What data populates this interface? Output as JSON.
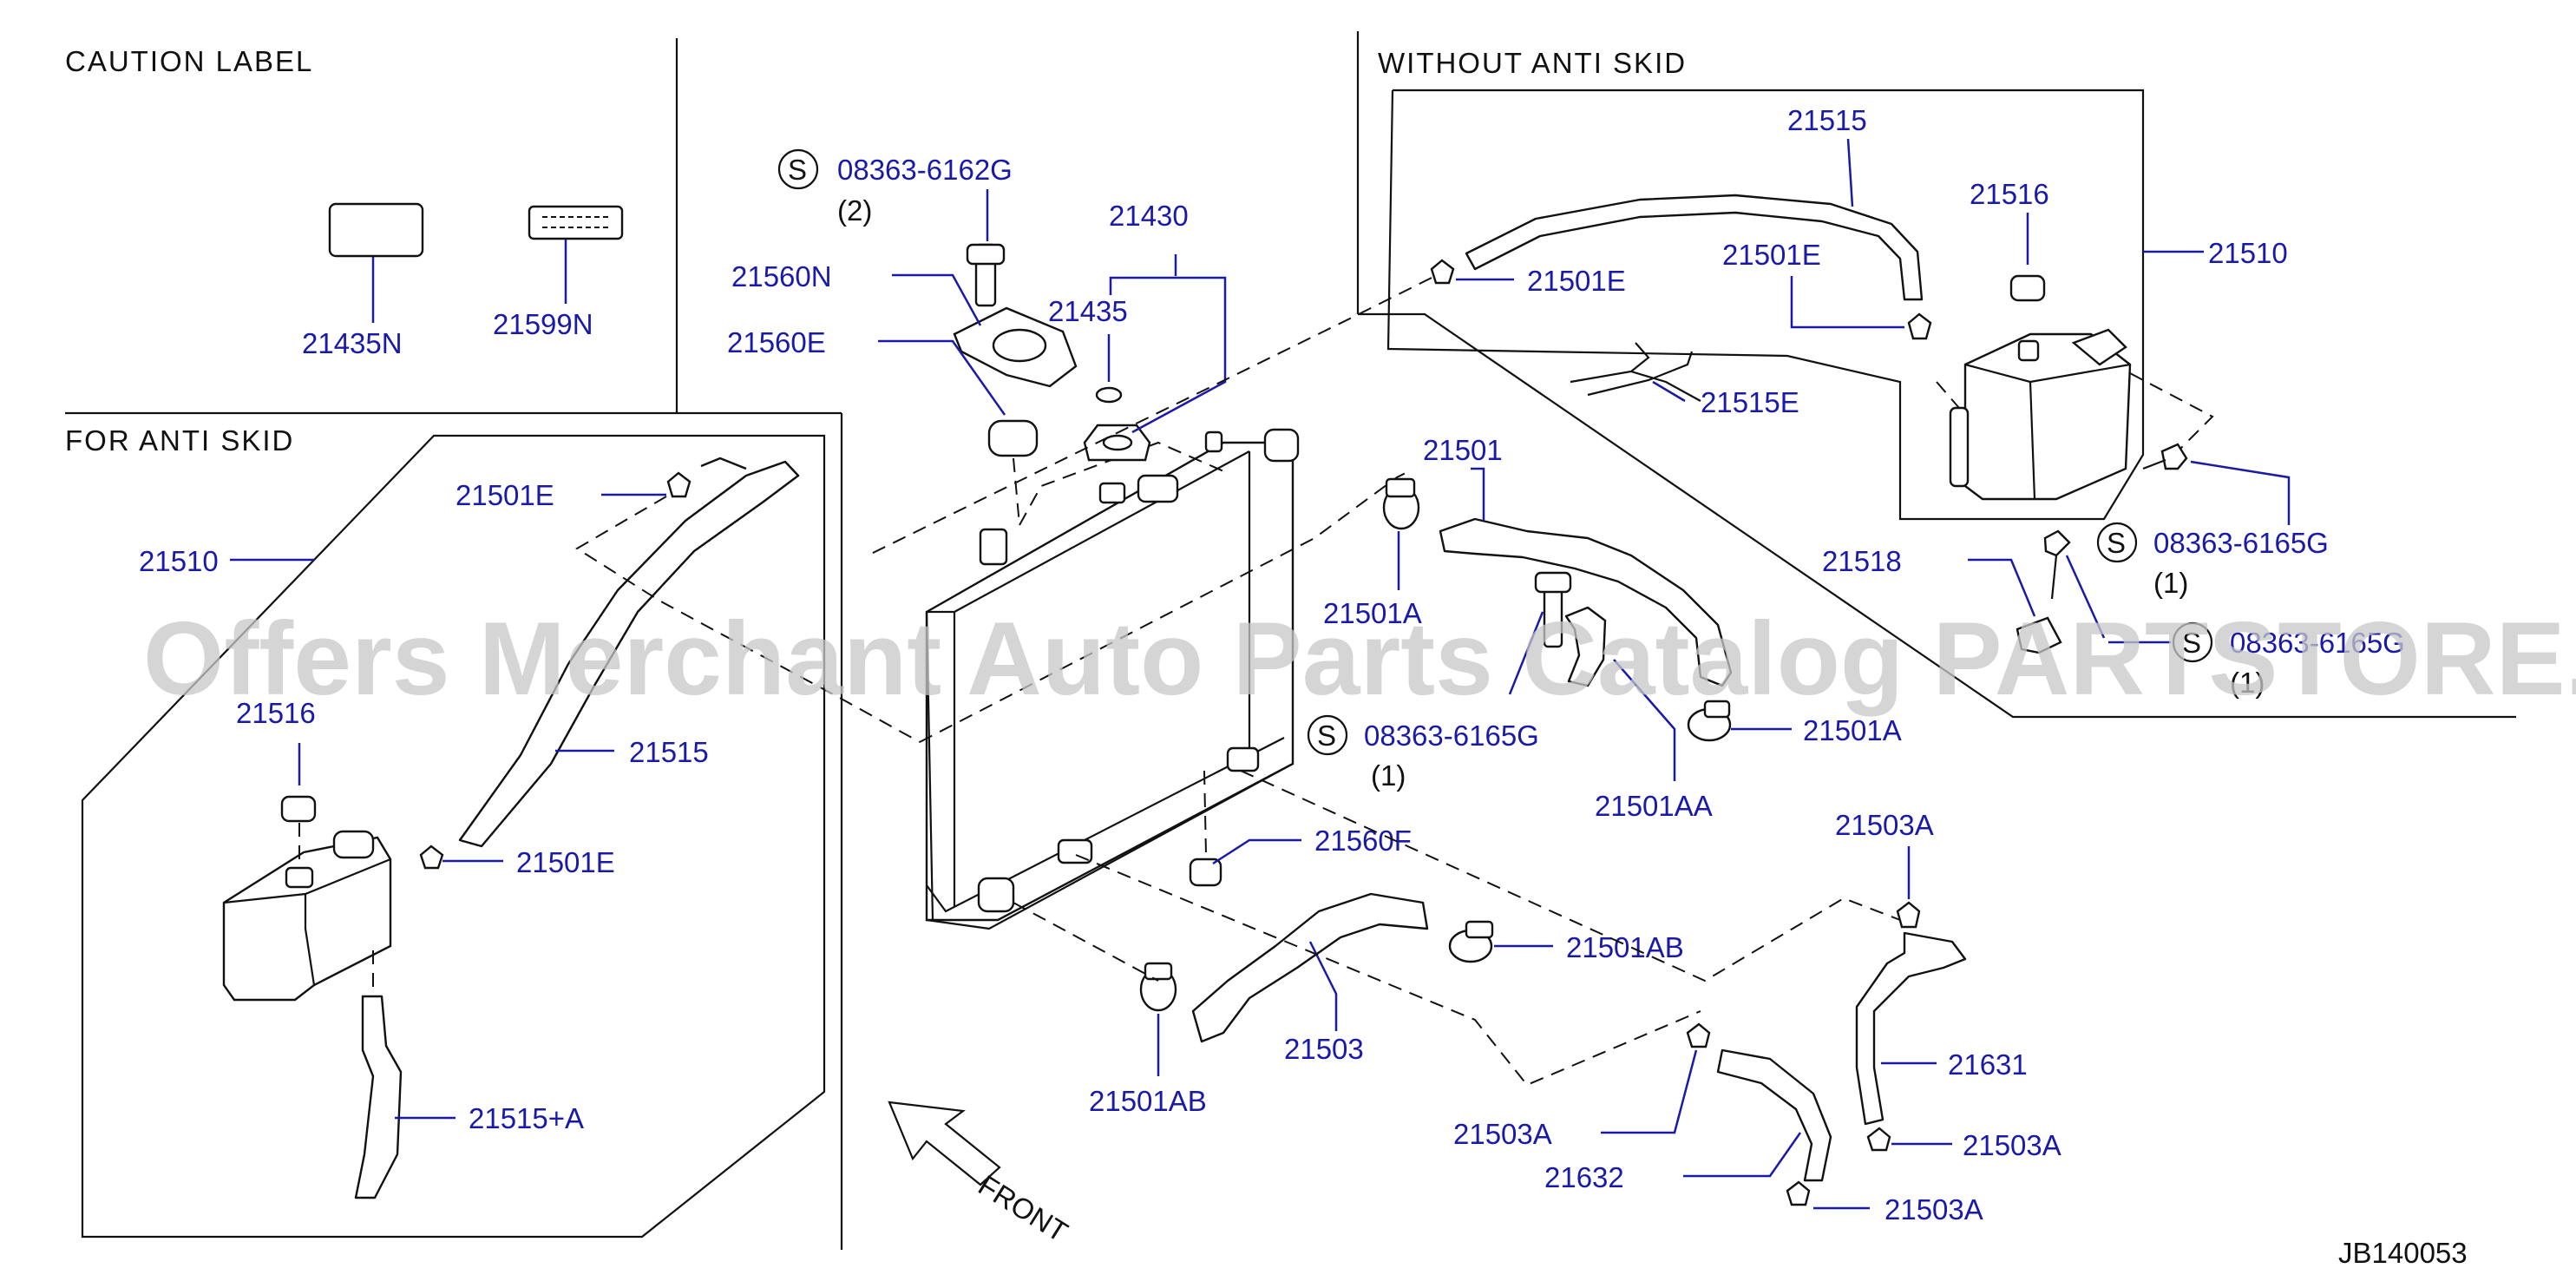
{
  "sections": {
    "caution_label": "CAUTION LABEL",
    "for_anti_skid": "FOR ANTI SKID",
    "without_anti_skid": "WITHOUT ANTI SKID"
  },
  "watermark": "Offers Merchant Auto Parts Catalog PARTSTORE.SA",
  "diagram_code": "JB140053",
  "front_label": "FRONT",
  "screw_symbol": "S",
  "parts": {
    "p21435N": "21435N",
    "p21599N": "21599N",
    "p21501E_a": "21501E",
    "p21510_a": "21510",
    "p21516_a": "21516",
    "p21515_a": "21515",
    "p21501E_b": "21501E",
    "p21515A": "21515+A",
    "s08363_6162G": "08363-6162G",
    "q2": "(2)",
    "p21560N": "21560N",
    "p21560E": "21560E",
    "p21430": "21430",
    "p21435": "21435",
    "p21515_b": "21515",
    "p21501E_c": "21501E",
    "p21516_b": "21516",
    "p21501E_d": "21501E",
    "p21510_b": "21510",
    "p21515E": "21515E",
    "p21501": "21501",
    "p21501A_a": "21501A",
    "s08363_6165G_a": "08363-6165G",
    "q1_a": "(1)",
    "p21501A_b": "21501A",
    "p21501AA": "21501AA",
    "p21560F": "21560F",
    "p21518": "21518",
    "s08363_6165G_b": "08363-6165G",
    "q1_b": "(1)",
    "s08363_6165G_c": "08363-6165G",
    "q1_c": "(1)",
    "p21503A_a": "21503A",
    "p21501AB_a": "21501AB",
    "p21503": "21503",
    "p21501AB_b": "21501AB",
    "p21631": "21631",
    "p21503A_b": "21503A",
    "p21632": "21632",
    "p21503A_c": "21503A",
    "p21503A_d": "21503A"
  }
}
